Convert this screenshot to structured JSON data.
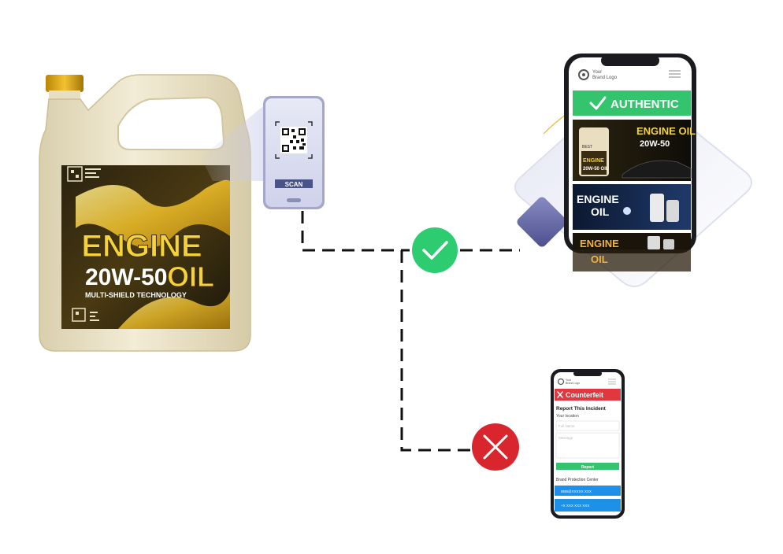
{
  "bottle": {
    "brand": "ENGINE",
    "grade": "20W-50",
    "product": "OIL",
    "tagline": "MULTI-SHIELD TECHNOLOGY"
  },
  "scanner": {
    "scan_label": "SCAN"
  },
  "authentic_phone": {
    "logo_line1": "Your",
    "logo_line2": "Brand Logo",
    "status_label": "AUTHENTIC",
    "banner1_title": "ENGINE OIL",
    "banner1_sub": "20W-50",
    "banner1_bottle_top": "BEST",
    "banner1_bottle_brand": "ENGINE",
    "banner1_bottle_grade": "20W-50 OIL",
    "banner2_title": "ENGINE",
    "banner2_sub": "OIL",
    "banner3_title": "ENGINE",
    "banner3_sub": "OIL",
    "accent_color": "#35c46e"
  },
  "counterfeit_phone": {
    "logo_line1": "Your",
    "logo_line2": "Brand Logo",
    "status_label": "Counterfeit",
    "form_title": "Report This Incident",
    "location_label": "Your location",
    "field1_placeholder": "Full Name",
    "field2_placeholder": "Message",
    "report_button": "Report",
    "center_label": "Brand Protection Center",
    "email_row": "BBB@XXXXX.XXX",
    "phone_row": "+X XXX XXX XXX",
    "accent_color": "#e0383e"
  },
  "flow": {
    "success_color": "#2ecc71",
    "failure_color": "#d9262e"
  }
}
